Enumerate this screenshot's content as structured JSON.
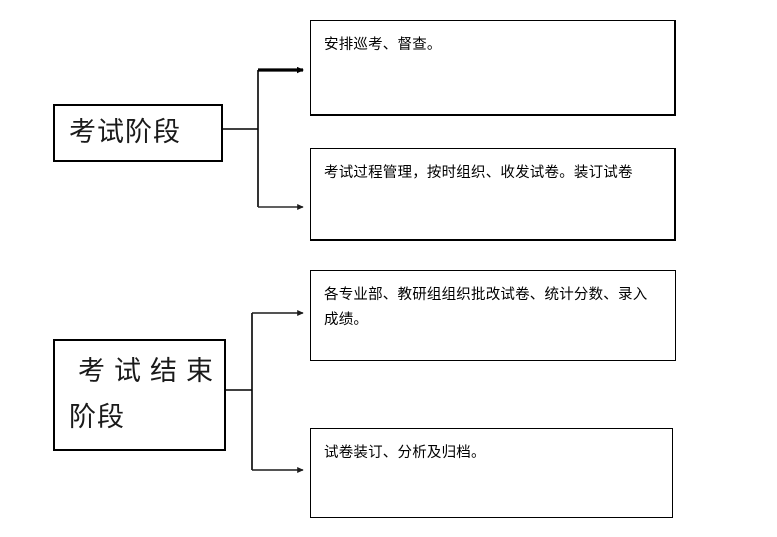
{
  "diagram": {
    "type": "flow-diagram",
    "title_visible": false,
    "background_color": "#ffffff",
    "line_color": "#000000",
    "groups": [
      {
        "id": "exam-stage",
        "stage_label_lines": [
          "考试阶段"
        ],
        "stage_label_full": "考试阶段",
        "tasks": [
          {
            "id": "task-1",
            "text": "安排巡考、督查。"
          },
          {
            "id": "task-2",
            "text": "考试过程管理，按时组织、收发试卷。装订试卷"
          }
        ]
      },
      {
        "id": "exam-end-stage",
        "stage_label_lines": [
          "考试结束",
          "阶段"
        ],
        "stage_label_full": "考试结束阶段",
        "tasks": [
          {
            "id": "task-3",
            "text": "各专业部、教研组组织批改试卷、统计分数、录入成绩。"
          },
          {
            "id": "task-4",
            "text": "试卷装订、分析及归档。"
          }
        ]
      }
    ]
  }
}
